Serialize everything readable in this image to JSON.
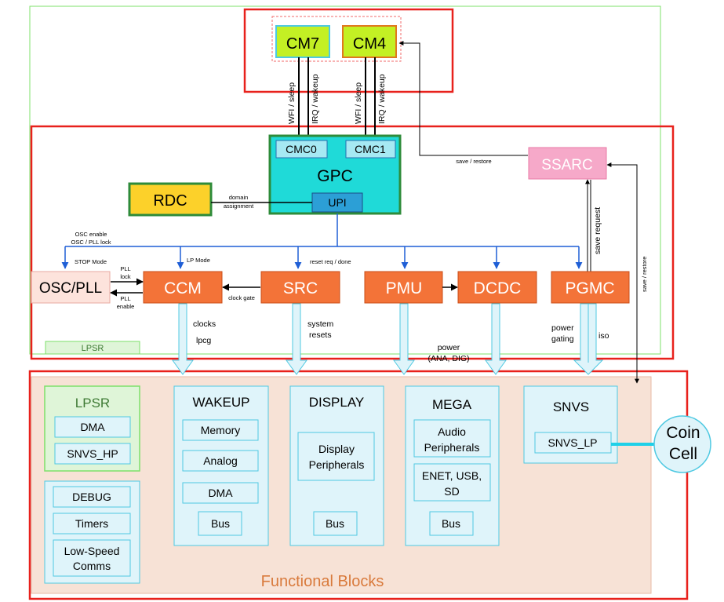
{
  "cores": {
    "cm7": "CM7",
    "cm4": "CM4"
  },
  "core_signals": {
    "cm7_left": "WFI / sleep",
    "cm7_right": "IRQ / wakeup",
    "cm4_left": "WFI / sleep",
    "cm4_right": "IRQ / wakeup"
  },
  "gpc": {
    "title": "GPC",
    "cmc0": "CMC0",
    "cmc1": "CMC1",
    "upi": "UPI"
  },
  "ssarc": "SSARC",
  "rdc": "RDC",
  "labels": {
    "save_restore_top": "save / restore",
    "domain_assignment_1": "domain",
    "domain_assignment_2": "assignment",
    "osc_enable_1": "OSC enable",
    "osc_enable_2": "OSC / PLL lock",
    "stop_mode": "STOP Mode",
    "lp_mode": "LP Mode",
    "reset_req": "reset req / done",
    "save_request": "save request",
    "save_restore_right": "save / restore",
    "pll_lock_1": "PLL",
    "pll_lock_2": "lock",
    "pll_enable_1": "PLL",
    "pll_enable_2": "enable",
    "clock_gate": "clock gate",
    "clocks": "clocks",
    "lpcg": "lpcg",
    "system_1": "system",
    "system_2": "resets",
    "power_1": "power",
    "power_2": "(ANA, DIG)",
    "power_gating_1": "power",
    "power_gating_2": "gating",
    "iso": "iso",
    "lpsr_tag": "LPSR"
  },
  "controllers": {
    "osc": "OSC/PLL",
    "ccm": "CCM",
    "src": "SRC",
    "pmu": "PMU",
    "dcdc": "DCDC",
    "pgmc": "PGMC"
  },
  "blocks": {
    "footer": "Functional Blocks",
    "lpsr": {
      "title": "LPSR",
      "items": [
        "DMA",
        "SNVS_HP"
      ]
    },
    "debug": {
      "items": [
        "DEBUG",
        "Timers",
        "Low-Speed",
        "Comms"
      ]
    },
    "wakeup": {
      "title": "WAKEUP",
      "items": [
        "Memory",
        "Analog",
        "DMA",
        "Bus"
      ]
    },
    "display": {
      "title": "DISPLAY",
      "items": [
        "Display",
        "Peripherals",
        "Bus"
      ]
    },
    "mega": {
      "title": "MEGA",
      "items": [
        "Audio",
        "Peripherals",
        "ENET, USB,",
        "SD",
        "Bus"
      ]
    },
    "snvs": {
      "title": "SNVS",
      "items": [
        "SNVS_LP"
      ]
    },
    "coin": {
      "line1": "Coin",
      "line2": "Cell"
    }
  },
  "colors": {
    "red_frame": "#e8211c",
    "green_frame": "#7ee06a",
    "core_fill": "#c3f024",
    "gpc_fill": "#1fdad8",
    "controller_fill": "#f37338",
    "ssarc_fill": "#f6a9c9",
    "rdc_fill": "#fcd12a",
    "block_bg": "#f7e2d6",
    "cyan_box": "#dff4fa",
    "cyan_border": "#4fc9e2"
  }
}
